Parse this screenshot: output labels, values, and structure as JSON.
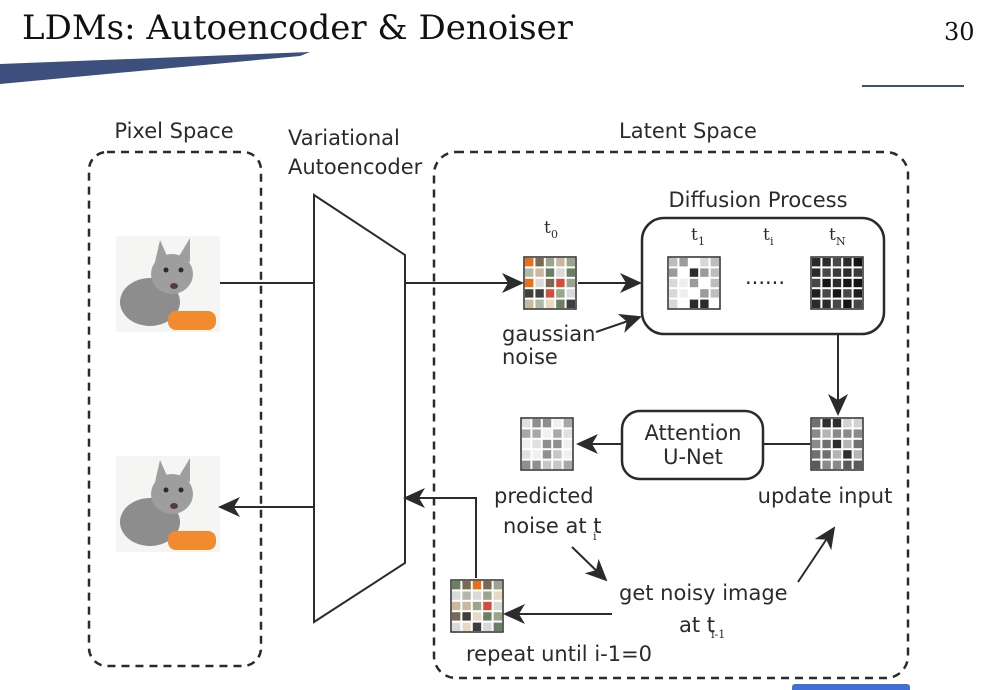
{
  "slide": {
    "title": "LDMs: Autoencoder & Denoiser",
    "page_number": "30"
  },
  "diagram": {
    "pixel_space_label": "Pixel Space",
    "vae_label_line1": "Variational",
    "vae_label_line2": "Autoencoder",
    "latent_space_label": "Latent Space",
    "diffusion_process_label": "Diffusion Process",
    "t0_base": "t",
    "t0_sub": "0",
    "t1_base": "t",
    "t1_sub": "1",
    "ti_base": "t",
    "ti_sub": "i",
    "tN_base": "t",
    "tN_sub": "N",
    "ellipsis": "......",
    "gaussian_noise_line1": "gaussian",
    "gaussian_noise_line2": "noise",
    "attention_unet_line1": "Attention",
    "attention_unet_line2": "U-Net",
    "update_input_label": "update input",
    "predicted_noise_line1": "predicted",
    "predicted_noise_line2": "noise at t",
    "predicted_noise_sub": "i",
    "get_noisy_line1": "get noisy image",
    "get_noisy_line2": "at t",
    "get_noisy_sub": "i-1",
    "repeat_label": "repeat until i-1=0"
  },
  "colors": {
    "accent_bar": "#3c4f7d",
    "bottom_tab": "#3f6ed4",
    "latent_orange": "#e8701a",
    "latent_red": "#d34d3a",
    "cat_bowl": "#f28a2e"
  }
}
